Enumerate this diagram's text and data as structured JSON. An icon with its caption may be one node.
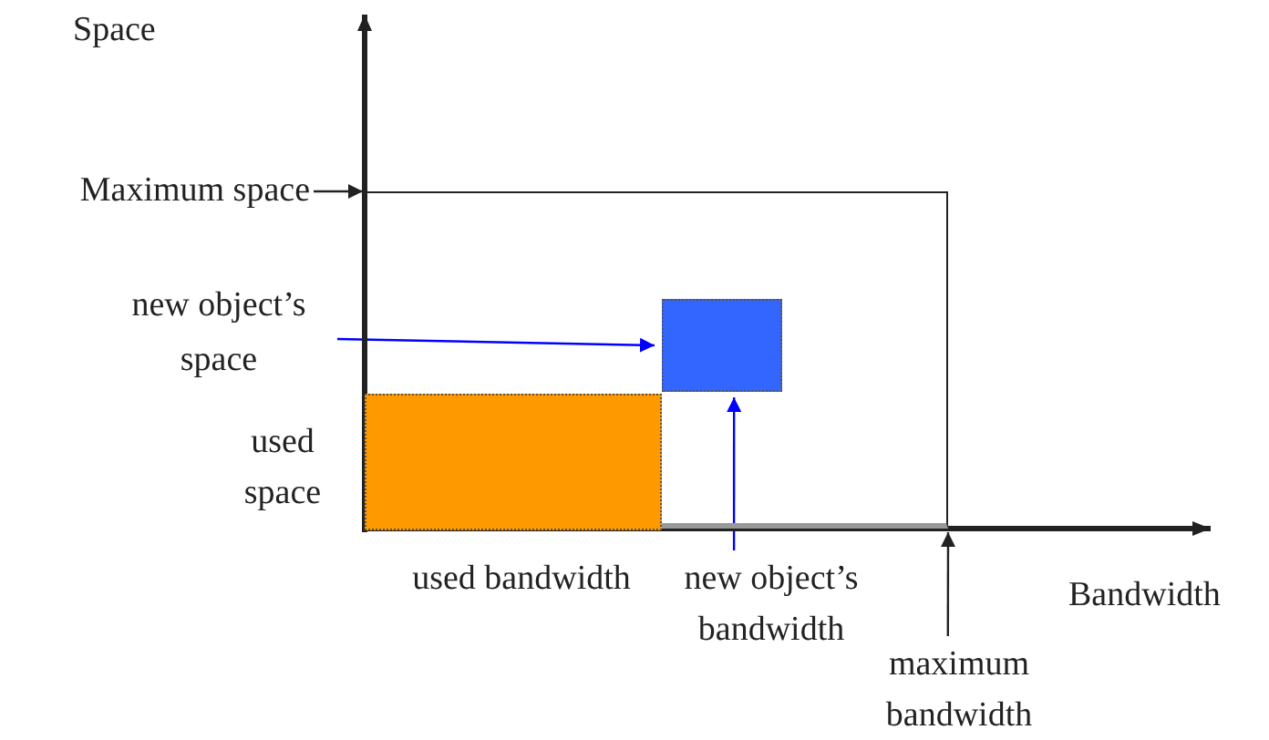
{
  "diagram": {
    "nodes": [
      {
        "text": [
          "Maximum space"
        ]
      },
      {
        "text": [],
        "shape": "box"
      },
      {
        "text": [
          "new object’s space"
        ]
      },
      {
        "text": [],
        "shape": "box",
        "in": 1
      },
      {
        "text": [],
        "shape": "box",
        "in": 1
      },
      {
        "text": [
          "new object’s bandwidth"
        ]
      },
      {
        "text": [
          "maximum bandwidth"
        ]
      }
    ],
    "edges": [
      {
        "from": 0,
        "to": 1,
        "arrow": "to"
      },
      {
        "from": 2,
        "to": 3,
        "arrow": "to",
        "color": "#0000ff"
      },
      {
        "from": 5,
        "to": 3,
        "arrow": "to",
        "color": "#0000ff"
      },
      {
        "from": 6,
        "to": 1,
        "arrow": "to"
      }
    ],
    "labels": [
      "Space",
      "used space",
      "used bandwidth",
      "Bandwidth"
    ]
  }
}
